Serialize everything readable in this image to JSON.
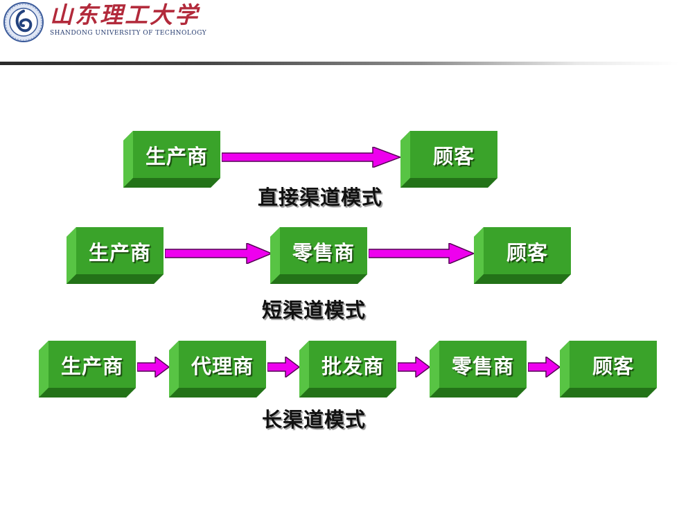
{
  "header": {
    "school_name_cn": "山东理工大学",
    "school_name_en": "SHANDONG UNIVERSITY OF TECHNOLOGY"
  },
  "colors": {
    "box_front": "#3aa32a",
    "box_top": "#58c444",
    "box_side": "#2a7d1e",
    "arrow_fill": "#ee00ee",
    "school_red": "#b22a3b"
  },
  "rows": [
    {
      "caption": "直接渠道模式",
      "boxes": [
        "生产商",
        "顾客"
      ]
    },
    {
      "caption": "短渠道模式",
      "boxes": [
        "生产商",
        "零售商",
        "顾客"
      ]
    },
    {
      "caption": "长渠道模式",
      "boxes": [
        "生产商",
        "代理商",
        "批发商",
        "零售商",
        "顾客"
      ]
    }
  ]
}
